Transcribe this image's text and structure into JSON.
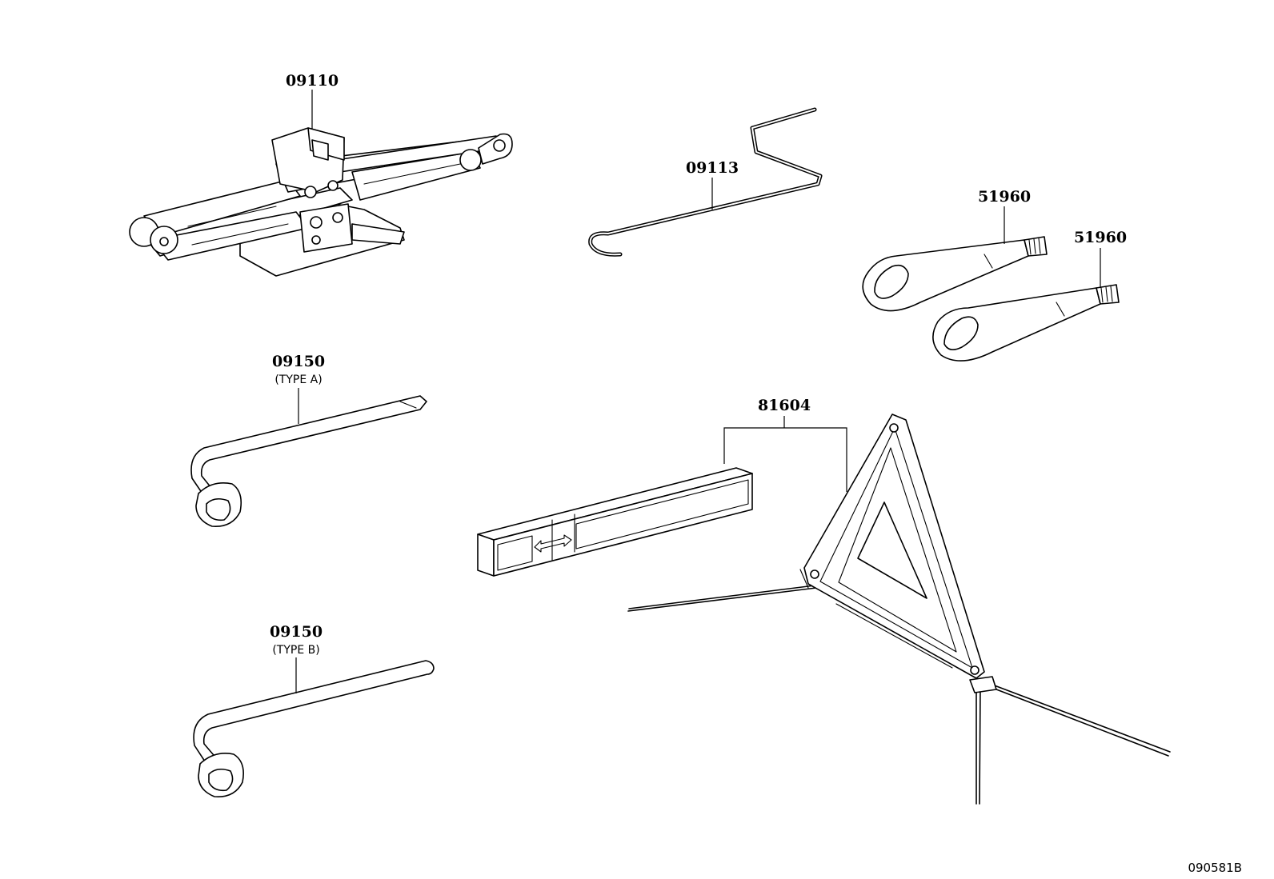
{
  "diagram": {
    "figure_id": "090581B",
    "callouts": [
      {
        "id": "jack",
        "part_no": "09110",
        "note": ""
      },
      {
        "id": "jack-handle",
        "part_no": "09113",
        "note": ""
      },
      {
        "id": "towing-eye-1",
        "part_no": "51960",
        "note": ""
      },
      {
        "id": "towing-eye-2",
        "part_no": "51960",
        "note": ""
      },
      {
        "id": "wrench-a",
        "part_no": "09150",
        "note": "(TYPE A)"
      },
      {
        "id": "warning-triangle",
        "part_no": "81604",
        "note": ""
      },
      {
        "id": "wrench-b",
        "part_no": "09150",
        "note": "(TYPE B)"
      }
    ]
  }
}
